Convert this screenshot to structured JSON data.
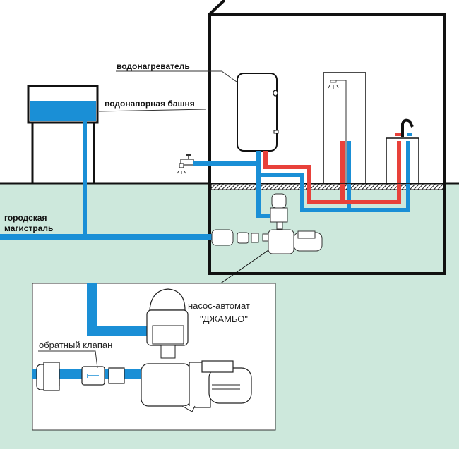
{
  "title": "Схема водоснабжения с насосом-автоматом",
  "labels": {
    "water_heater": "водонагреватель",
    "water_tower": "водонапорная  башня",
    "city_main_line1": "городская",
    "city_main_line2": "магистраль",
    "pump_line1": "насос-автомат",
    "pump_line2": "\"ДЖАМБО\"",
    "check_valve": "обратный  клапан"
  },
  "colors": {
    "cold_pipe": "#1a8fd6",
    "hot_pipe": "#e8413a",
    "ground": "#cde8dc",
    "outline": "#111111",
    "water": "#1a8fd6"
  },
  "icons": [
    "faucet-icon",
    "shower-icon",
    "mixer-tap-icon",
    "pump-icon",
    "pressure-switch-icon",
    "check-valve-icon",
    "water-heater-icon",
    "water-tower-icon"
  ]
}
